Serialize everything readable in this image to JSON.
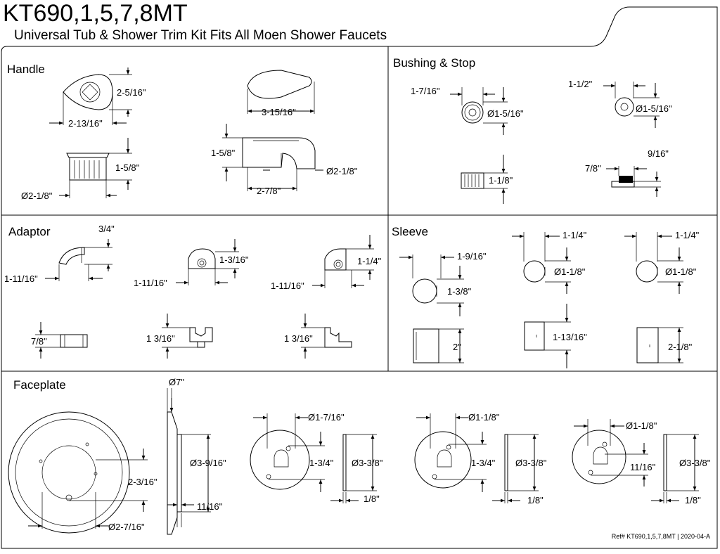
{
  "header": {
    "title": "KT690,1,5,7,8MT",
    "subtitle": "Universal Tub & Shower Trim Kit Fits All Moen Shower Faucets",
    "reference": "Ref# KT690,1,5,7,8MT | 2020-04-A"
  },
  "sections": {
    "handle": {
      "title": "Handle",
      "dims": [
        "2-5/16\"",
        "2-13/16\"",
        "1-5/8\"",
        "Ø2-1/8\"",
        "3-15/16\"",
        "1-5/8\"",
        "Ø2-1/8\"",
        "2-7/8\""
      ]
    },
    "bushing": {
      "title": "Bushing & Stop",
      "dims": [
        "1-7/16\"",
        "Ø1-5/16\"",
        "1-1/2\"",
        "Ø1-5/16\"",
        "1-1/8\"",
        "9/16\"",
        "7/8\""
      ]
    },
    "adaptor": {
      "title": "Adaptor",
      "dims": [
        "3/4\"",
        "1-11/16\"",
        "1-3/16\"",
        "1-11/16\"",
        "1-1/4\"",
        "1-11/16\"",
        "7/8\"",
        "1 3/16\"",
        "1 3/16\""
      ]
    },
    "sleeve": {
      "title": "Sleeve",
      "dims": [
        "1-9/16\"",
        "1-3/8\"",
        "1-1/4\"",
        "Ø1-1/8\"",
        "1-1/4\"",
        "Ø1-1/8\"",
        "2\"",
        "1-13/16\"",
        "2-1/8\""
      ]
    },
    "faceplate": {
      "title": "Faceplate",
      "dims": [
        "Ø7\"",
        "Ø3-9/16\"",
        "2-3/16\"",
        "Ø2-7/16\"",
        "11/16\"",
        "Ø1-7/16\"",
        "1-3/4\"",
        "Ø3-3/8\"",
        "1/8\"",
        "Ø1-1/8\"",
        "1-3/4\"",
        "Ø3-3/8\"",
        "1/8\"",
        "Ø1-1/8\"",
        "11/16\"",
        "Ø3-3/8\"",
        "1/8\""
      ]
    }
  }
}
